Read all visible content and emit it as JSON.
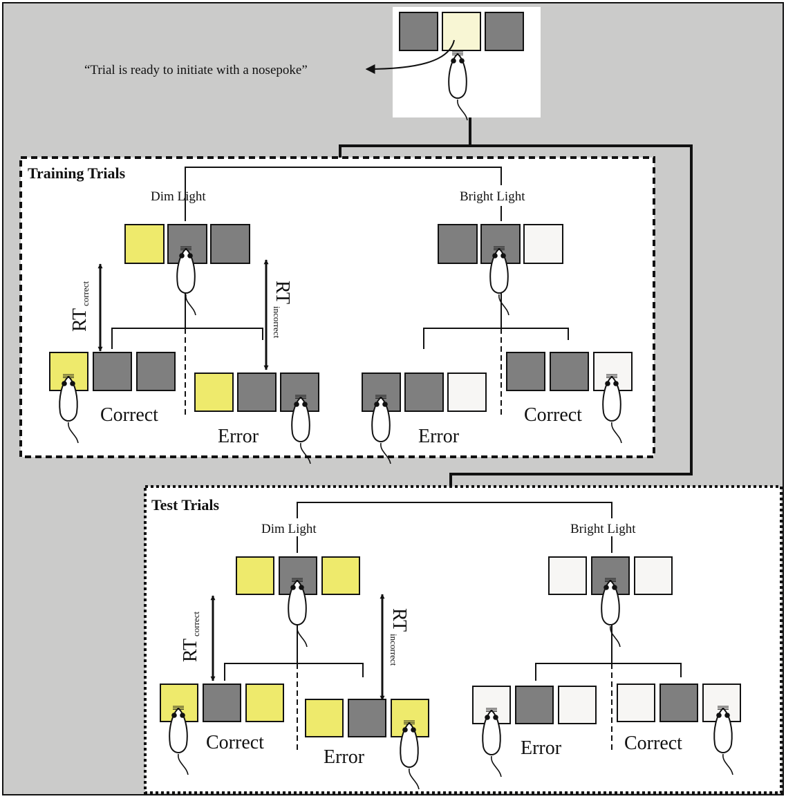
{
  "colors": {
    "background": "#cbcbca",
    "panel": "#ffffff",
    "dark_port": "#7f7f7f",
    "yellow_port": "#eeea6c",
    "pale_yellow_port": "#f8f6d4",
    "white_port": "#f7f6f4",
    "line": "#111111"
  },
  "initiation": {
    "caption": "“Trial is ready to initiate with a nosepoke”",
    "ports": [
      "dark",
      "pale_yellow",
      "dark"
    ]
  },
  "training": {
    "title": "Training Trials",
    "dim": {
      "label": "Dim Light",
      "ports": [
        "yellow",
        "dark",
        "dark"
      ],
      "rt_correct": {
        "main": "RT",
        "sub": "correct"
      },
      "rt_incorrect": {
        "main": "RT",
        "sub": "incorrect"
      },
      "correct": {
        "label": "Correct",
        "ports": [
          "yellow",
          "dark",
          "dark"
        ]
      },
      "error": {
        "label": "Error",
        "ports": [
          "yellow",
          "dark",
          "dark"
        ]
      }
    },
    "bright": {
      "label": "Bright Light",
      "ports": [
        "dark",
        "dark",
        "white"
      ],
      "error": {
        "label": "Error",
        "ports": [
          "dark",
          "dark",
          "white"
        ]
      },
      "correct": {
        "label": "Correct",
        "ports": [
          "dark",
          "dark",
          "white"
        ]
      }
    }
  },
  "test": {
    "title": "Test Trials",
    "dim": {
      "label": "Dim Light",
      "ports": [
        "yellow",
        "dark",
        "yellow"
      ],
      "rt_correct": {
        "main": "RT",
        "sub": "correct"
      },
      "rt_incorrect": {
        "main": "RT",
        "sub": "incorrect"
      },
      "correct": {
        "label": "Correct",
        "ports": [
          "yellow",
          "dark",
          "yellow"
        ]
      },
      "error": {
        "label": "Error",
        "ports": [
          "yellow",
          "dark",
          "yellow"
        ]
      }
    },
    "bright": {
      "label": "Bright Light",
      "ports": [
        "white",
        "dark",
        "white"
      ],
      "error": {
        "label": "Error",
        "ports": [
          "white",
          "dark",
          "white"
        ]
      },
      "correct": {
        "label": "Correct",
        "ports": [
          "white",
          "dark",
          "white"
        ]
      }
    }
  }
}
